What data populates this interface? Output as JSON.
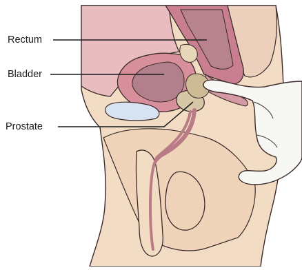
{
  "labels": {
    "rectum": "Rectum",
    "bladder": "Bladder",
    "prostate": "Prostate"
  },
  "colors": {
    "background": "#ffffff",
    "skin": "#f3dcc4",
    "skin_shadow": "#e4c3a3",
    "cavity_pink": "#e9bcc0",
    "bladder_wall": "#d78f9b",
    "bladder_inner": "#b27f8c",
    "rectum_wall": "#c97f8f",
    "rectum_inner": "#b7838f",
    "prostate": "#d6c7a6",
    "pubic_bone": "#d7e3f2",
    "glove": "#f7f7f4",
    "outline": "#3a2a2a",
    "leader_line": "#1a1a1a"
  },
  "illustration": "sagittal section of the male pelvis showing a gloved finger in the rectum palpating the prostate"
}
